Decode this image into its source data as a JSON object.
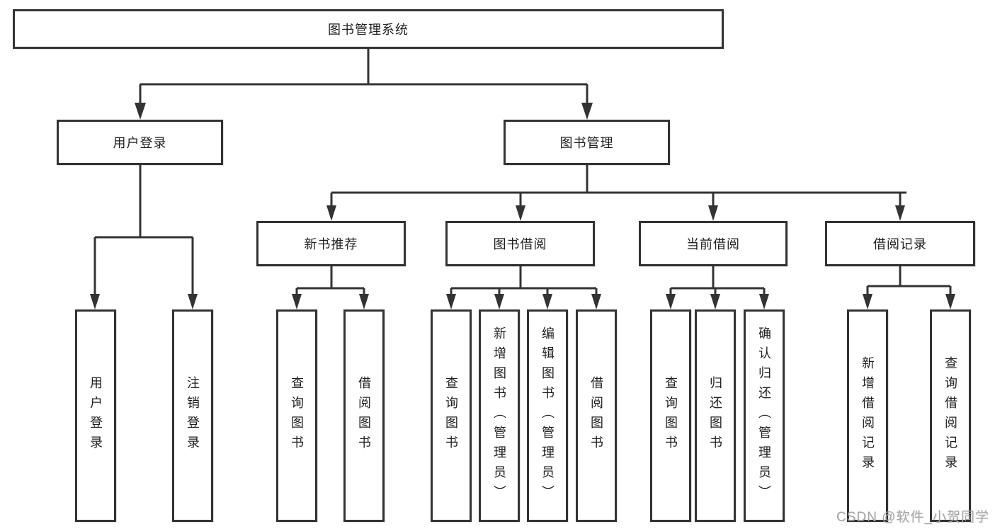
{
  "nodes": {
    "root": {
      "label": "图书管理系统"
    },
    "branches": [
      {
        "label": "用户登录",
        "children": [
          {
            "label": "用户登录"
          },
          {
            "label": "注销登录"
          }
        ]
      },
      {
        "label": "图书管理",
        "children": [
          {
            "label": "新书推荐",
            "children": [
              {
                "label": "查询图书"
              },
              {
                "label": "借阅图书"
              }
            ]
          },
          {
            "label": "图书借阅",
            "children": [
              {
                "label": "查询图书"
              },
              {
                "label": "新增图书（管理员）"
              },
              {
                "label": "编辑图书（管理员）"
              },
              {
                "label": "借阅图书"
              }
            ]
          },
          {
            "label": "当前借阅",
            "children": [
              {
                "label": "查询图书"
              },
              {
                "label": "归还图书"
              },
              {
                "label": "确认归还（管理员）"
              }
            ]
          },
          {
            "label": "借阅记录",
            "children": [
              {
                "label": "新增借阅记录"
              },
              {
                "label": "查询借阅记录"
              }
            ]
          }
        ]
      }
    ]
  },
  "watermark": {
    "text": "CSDN @软件_小贺同学"
  },
  "colors": {
    "line": "#333333",
    "text": "#1f1f1f",
    "watermark": "#a6a6a6",
    "background": "#ffffff"
  }
}
